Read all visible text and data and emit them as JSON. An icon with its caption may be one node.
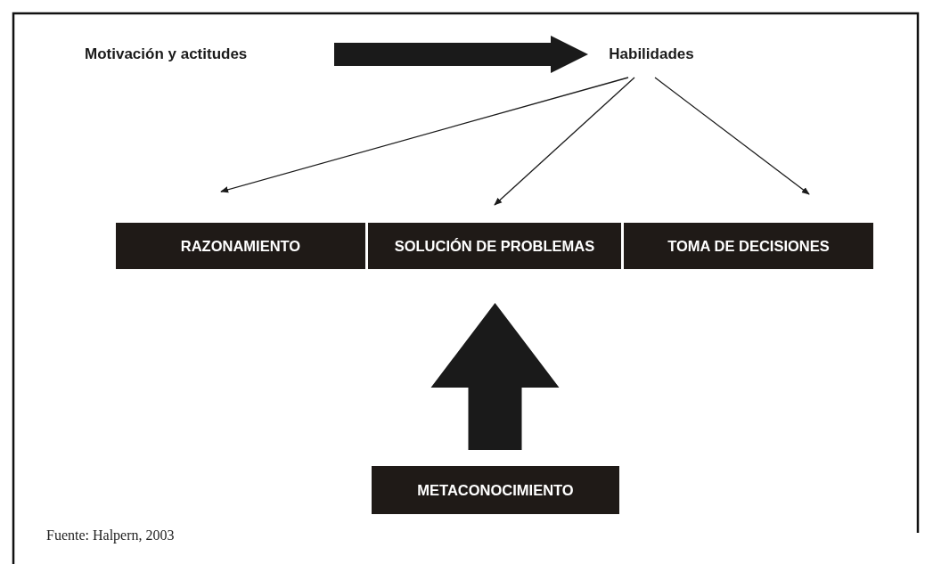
{
  "diagram": {
    "caption": "Fuente: Halpern, 2003",
    "nodes": [
      {
        "text": [
          "Motivación y actitudes"
        ]
      },
      {
        "text": [
          "Habilidades"
        ]
      },
      {
        "text": [
          "RAZONAMIENTO"
        ]
      },
      {
        "text": [
          "SOLUCIÓN DE PROBLEMAS"
        ]
      },
      {
        "text": [
          "TOMA DE DECISIONES"
        ]
      },
      {
        "text": [
          "METACONOCIMIENTO"
        ]
      }
    ],
    "edges": [
      {
        "from": 0,
        "to": 1,
        "arrow": "to",
        "style": "thick"
      },
      {
        "from": 1,
        "to": 2,
        "arrow": "to"
      },
      {
        "from": 1,
        "to": 3,
        "arrow": "to"
      },
      {
        "from": 1,
        "to": 4,
        "arrow": "to"
      },
      {
        "from": 5,
        "to": 3,
        "arrow": "to",
        "style": "thick"
      }
    ]
  }
}
